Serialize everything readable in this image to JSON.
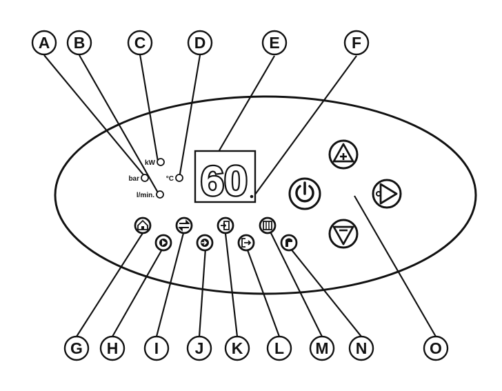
{
  "callouts": [
    "A",
    "B",
    "C",
    "D",
    "E",
    "F",
    "G",
    "H",
    "I",
    "J",
    "K",
    "L",
    "M",
    "N",
    "O"
  ],
  "indicators": {
    "kw": "kW",
    "bar": "bar",
    "celsius": "°C",
    "lmin": "l/min."
  },
  "display": {
    "value": "60"
  },
  "buttons": {
    "power": "power-icon",
    "up": "up-plus-icon",
    "right": "right-arrow-icon",
    "down": "down-minus-icon"
  },
  "small_buttons": [
    "home-icon",
    "play-icon",
    "swap-icon",
    "enter-icon",
    "login-icon",
    "exit-icon",
    "menu-icon",
    "flame-icon"
  ]
}
